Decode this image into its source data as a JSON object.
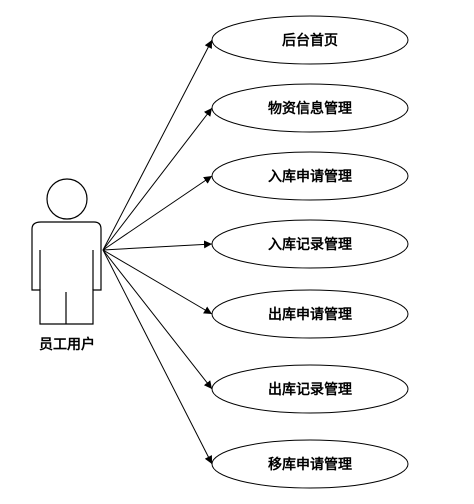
{
  "colors": {
    "line": "#000000",
    "fill": "#ffffff",
    "text": "#000000"
  },
  "actor": {
    "label": "员工用户",
    "icon": "person-stick-figure-icon"
  },
  "use_cases": [
    {
      "label": "后台首页"
    },
    {
      "label": "物资信息管理"
    },
    {
      "label": "入库申请管理"
    },
    {
      "label": "入库记录管理"
    },
    {
      "label": "出库申请管理"
    },
    {
      "label": "出库记录管理"
    },
    {
      "label": "移库申请管理"
    }
  ]
}
